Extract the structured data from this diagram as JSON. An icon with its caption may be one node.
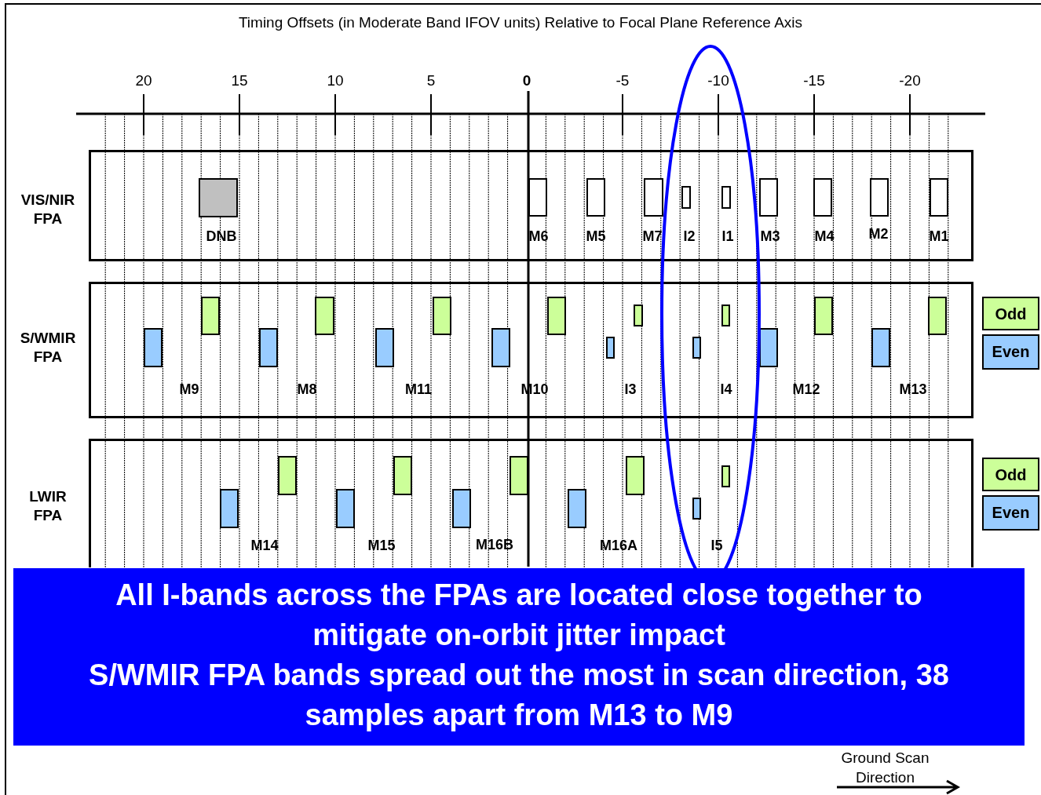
{
  "diagram": {
    "title": "Timing Offsets (in Moderate Band IFOV units) Relative to Focal Plane Reference Axis",
    "nodes": [
      {
        "text": [
          "VIS/NIR FPA"
        ]
      },
      {
        "text": [
          "DNB"
        ],
        "in": 0
      },
      {
        "text": [
          "M6"
        ],
        "in": 0
      },
      {
        "text": [
          "M5"
        ],
        "in": 0
      },
      {
        "text": [
          "M7"
        ],
        "in": 0
      },
      {
        "text": [
          "I2"
        ],
        "in": 0
      },
      {
        "text": [
          "I1"
        ],
        "in": 0
      },
      {
        "text": [
          "M3"
        ],
        "in": 0
      },
      {
        "text": [
          "M4"
        ],
        "in": 0
      },
      {
        "text": [
          "M2"
        ],
        "in": 0
      },
      {
        "text": [
          "M1"
        ],
        "in": 0
      },
      {
        "text": [
          "S/WMIR FPA"
        ]
      },
      {
        "text": [
          "M9"
        ],
        "in": 11
      },
      {
        "text": [
          "M8"
        ],
        "in": 11
      },
      {
        "text": [
          "M11"
        ],
        "in": 11
      },
      {
        "text": [
          "M10"
        ],
        "in": 11
      },
      {
        "text": [
          "I3"
        ],
        "in": 11
      },
      {
        "text": [
          "I4"
        ],
        "in": 11
      },
      {
        "text": [
          "M12"
        ],
        "in": 11
      },
      {
        "text": [
          "M13"
        ],
        "in": 11
      },
      {
        "text": [
          "LWIR FPA"
        ]
      },
      {
        "text": [
          "M14"
        ],
        "in": 20
      },
      {
        "text": [
          "M15"
        ],
        "in": 20
      },
      {
        "text": [
          "M16B"
        ],
        "in": 20
      },
      {
        "text": [
          "M16A"
        ],
        "in": 20
      },
      {
        "text": [
          "I5"
        ],
        "in": 20
      },
      {
        "text": [
          "All I-bands across the FPAs are located close together to mitigate on-orbit jitter impact",
          "S/WMIR FPA bands spread out the most in scan direction, 38 samples apart from M13 to M9"
        ]
      }
    ],
    "labels": [
      "20",
      "15",
      "10",
      "5",
      "0",
      "-5",
      "-10",
      "-15",
      "-20",
      "Ground Scan Direction"
    ],
    "legend": [
      {
        "text": "Odd",
        "color": "#ccff99"
      },
      {
        "text": "Even",
        "color": "#99ccff"
      },
      {
        "text": "Odd",
        "color": "#ccff99"
      },
      {
        "text": "Even",
        "color": "#99ccff"
      }
    ]
  }
}
